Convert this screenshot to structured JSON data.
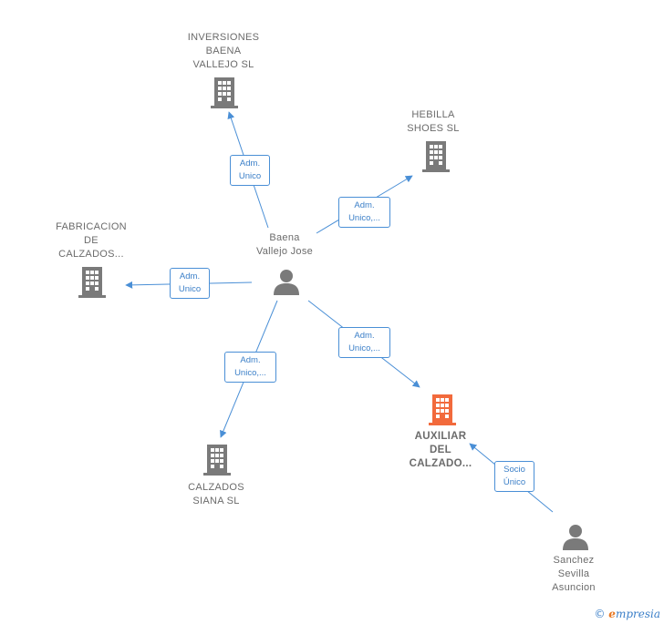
{
  "colors": {
    "company": "#7a7a7a",
    "focus_company": "#f26a3c",
    "person": "#7a7a7a",
    "edge": "#4a8fd6",
    "label": "#6b6b6b"
  },
  "nodes": {
    "inversiones": {
      "label": "INVERSIONES\nBAENA\nVALLEJO SL",
      "type": "company",
      "icon": "building-icon"
    },
    "hebilla": {
      "label": "HEBILLA\nSHOES  SL",
      "type": "company",
      "icon": "building-icon"
    },
    "fabricacion": {
      "label": "FABRICACION\nDE\nCALZADOS...",
      "type": "company",
      "icon": "building-icon"
    },
    "baena": {
      "label": "Baena\nVallejo Jose",
      "type": "person",
      "icon": "person-icon"
    },
    "calzados_siana": {
      "label": "CALZADOS\nSIANA SL",
      "type": "company",
      "icon": "building-icon"
    },
    "auxiliar": {
      "label": "AUXILIAR\nDEL\nCALZADO...",
      "type": "focus_company",
      "icon": "building-icon"
    },
    "sanchez": {
      "label": "Sanchez\nSevilla\nAsuncion",
      "type": "person",
      "icon": "person-icon"
    }
  },
  "edges": {
    "to_inversiones": "Adm.\nUnico",
    "to_hebilla": "Adm.\nUnico,...",
    "to_fabricacion": "Adm.\nUnico",
    "to_calzados_siana": "Adm.\nUnico,...",
    "to_auxiliar": "Adm.\nUnico,...",
    "sanchez_to_auxiliar": "Socio\nÚnico"
  },
  "footer": {
    "copyright": "©",
    "brand_e": "e",
    "brand_rest": "mpresia"
  }
}
